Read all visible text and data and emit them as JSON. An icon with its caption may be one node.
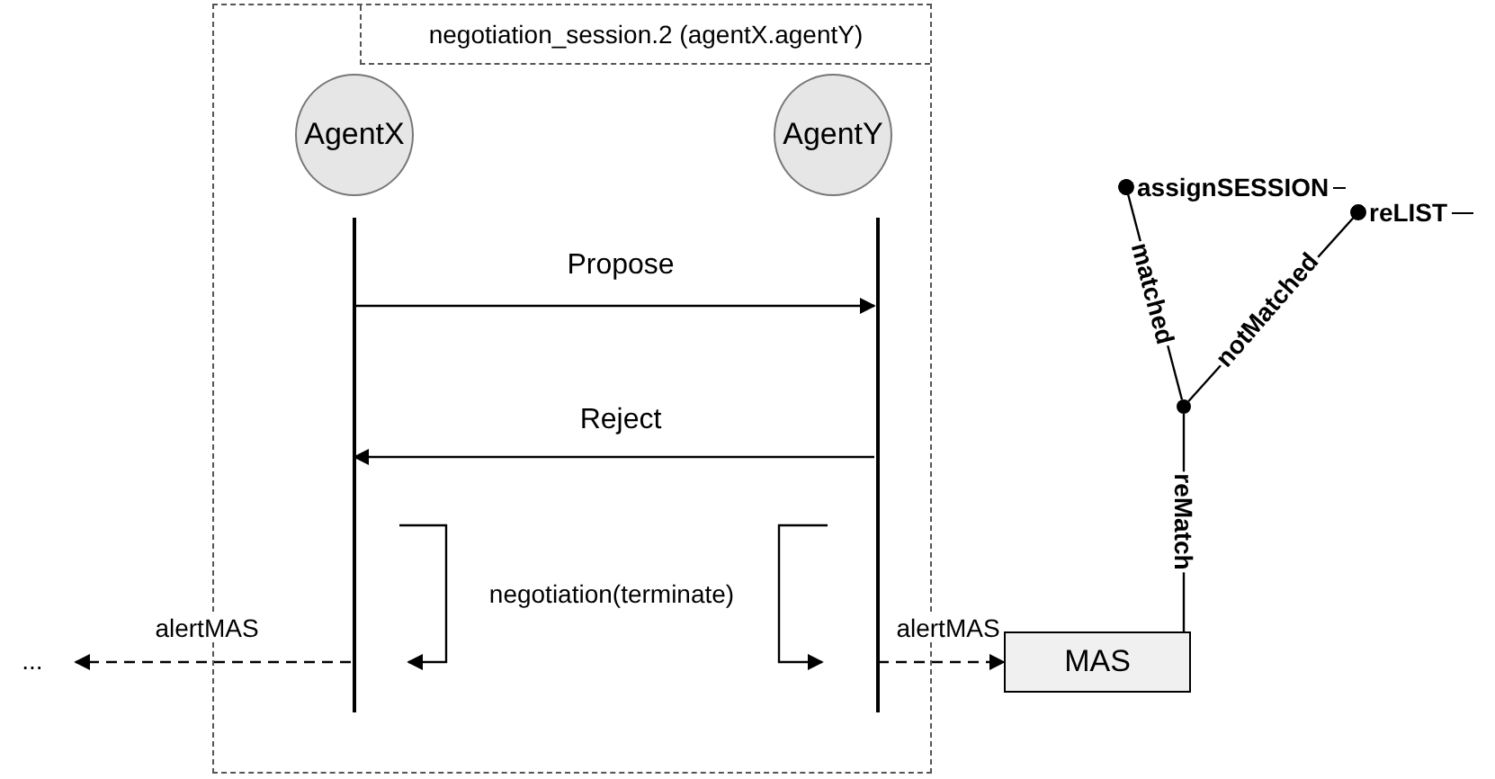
{
  "diagram": {
    "nodes": [
      {
        "text": [
          "negotiation_session.2 (agentX.agentY)"
        ]
      },
      {
        "text": [
          "AgentX"
        ],
        "in": 0
      },
      {
        "text": [
          "AgentY"
        ],
        "in": 0
      },
      {
        "text": [],
        "shape": "bar",
        "in": 0
      },
      {
        "text": [],
        "shape": "bar",
        "in": 0
      },
      {
        "text": [
          "..."
        ]
      },
      {
        "text": [
          "MAS"
        ]
      },
      {
        "text": [],
        "shape": "circle"
      },
      {
        "text": [
          "assignSESSION"
        ]
      },
      {
        "text": [
          "reLIST"
        ]
      }
    ],
    "edges": [
      {
        "from": 3,
        "to": 4,
        "arrow": "to",
        "label": "Propose"
      },
      {
        "from": 4,
        "to": 3,
        "arrow": "to",
        "label": "Reject"
      },
      {
        "from": 3,
        "to": 3,
        "arrow": "to"
      },
      {
        "from": 4,
        "to": 4,
        "arrow": "to"
      },
      {
        "from": 3,
        "to": 5,
        "arrow": "to",
        "label": "alertMAS",
        "style": "dashed"
      },
      {
        "from": 4,
        "to": 6,
        "arrow": "to",
        "label": "alertMAS",
        "style": "dashed"
      },
      {
        "from": 6,
        "to": 7,
        "arrow": "none",
        "label": "reMatch"
      },
      {
        "from": 7,
        "to": 8,
        "arrow": "other",
        "label": "matched"
      },
      {
        "from": 7,
        "to": 9,
        "arrow": "other",
        "label": "notMatched"
      }
    ],
    "labels": [
      "negotiation(terminate)"
    ]
  }
}
